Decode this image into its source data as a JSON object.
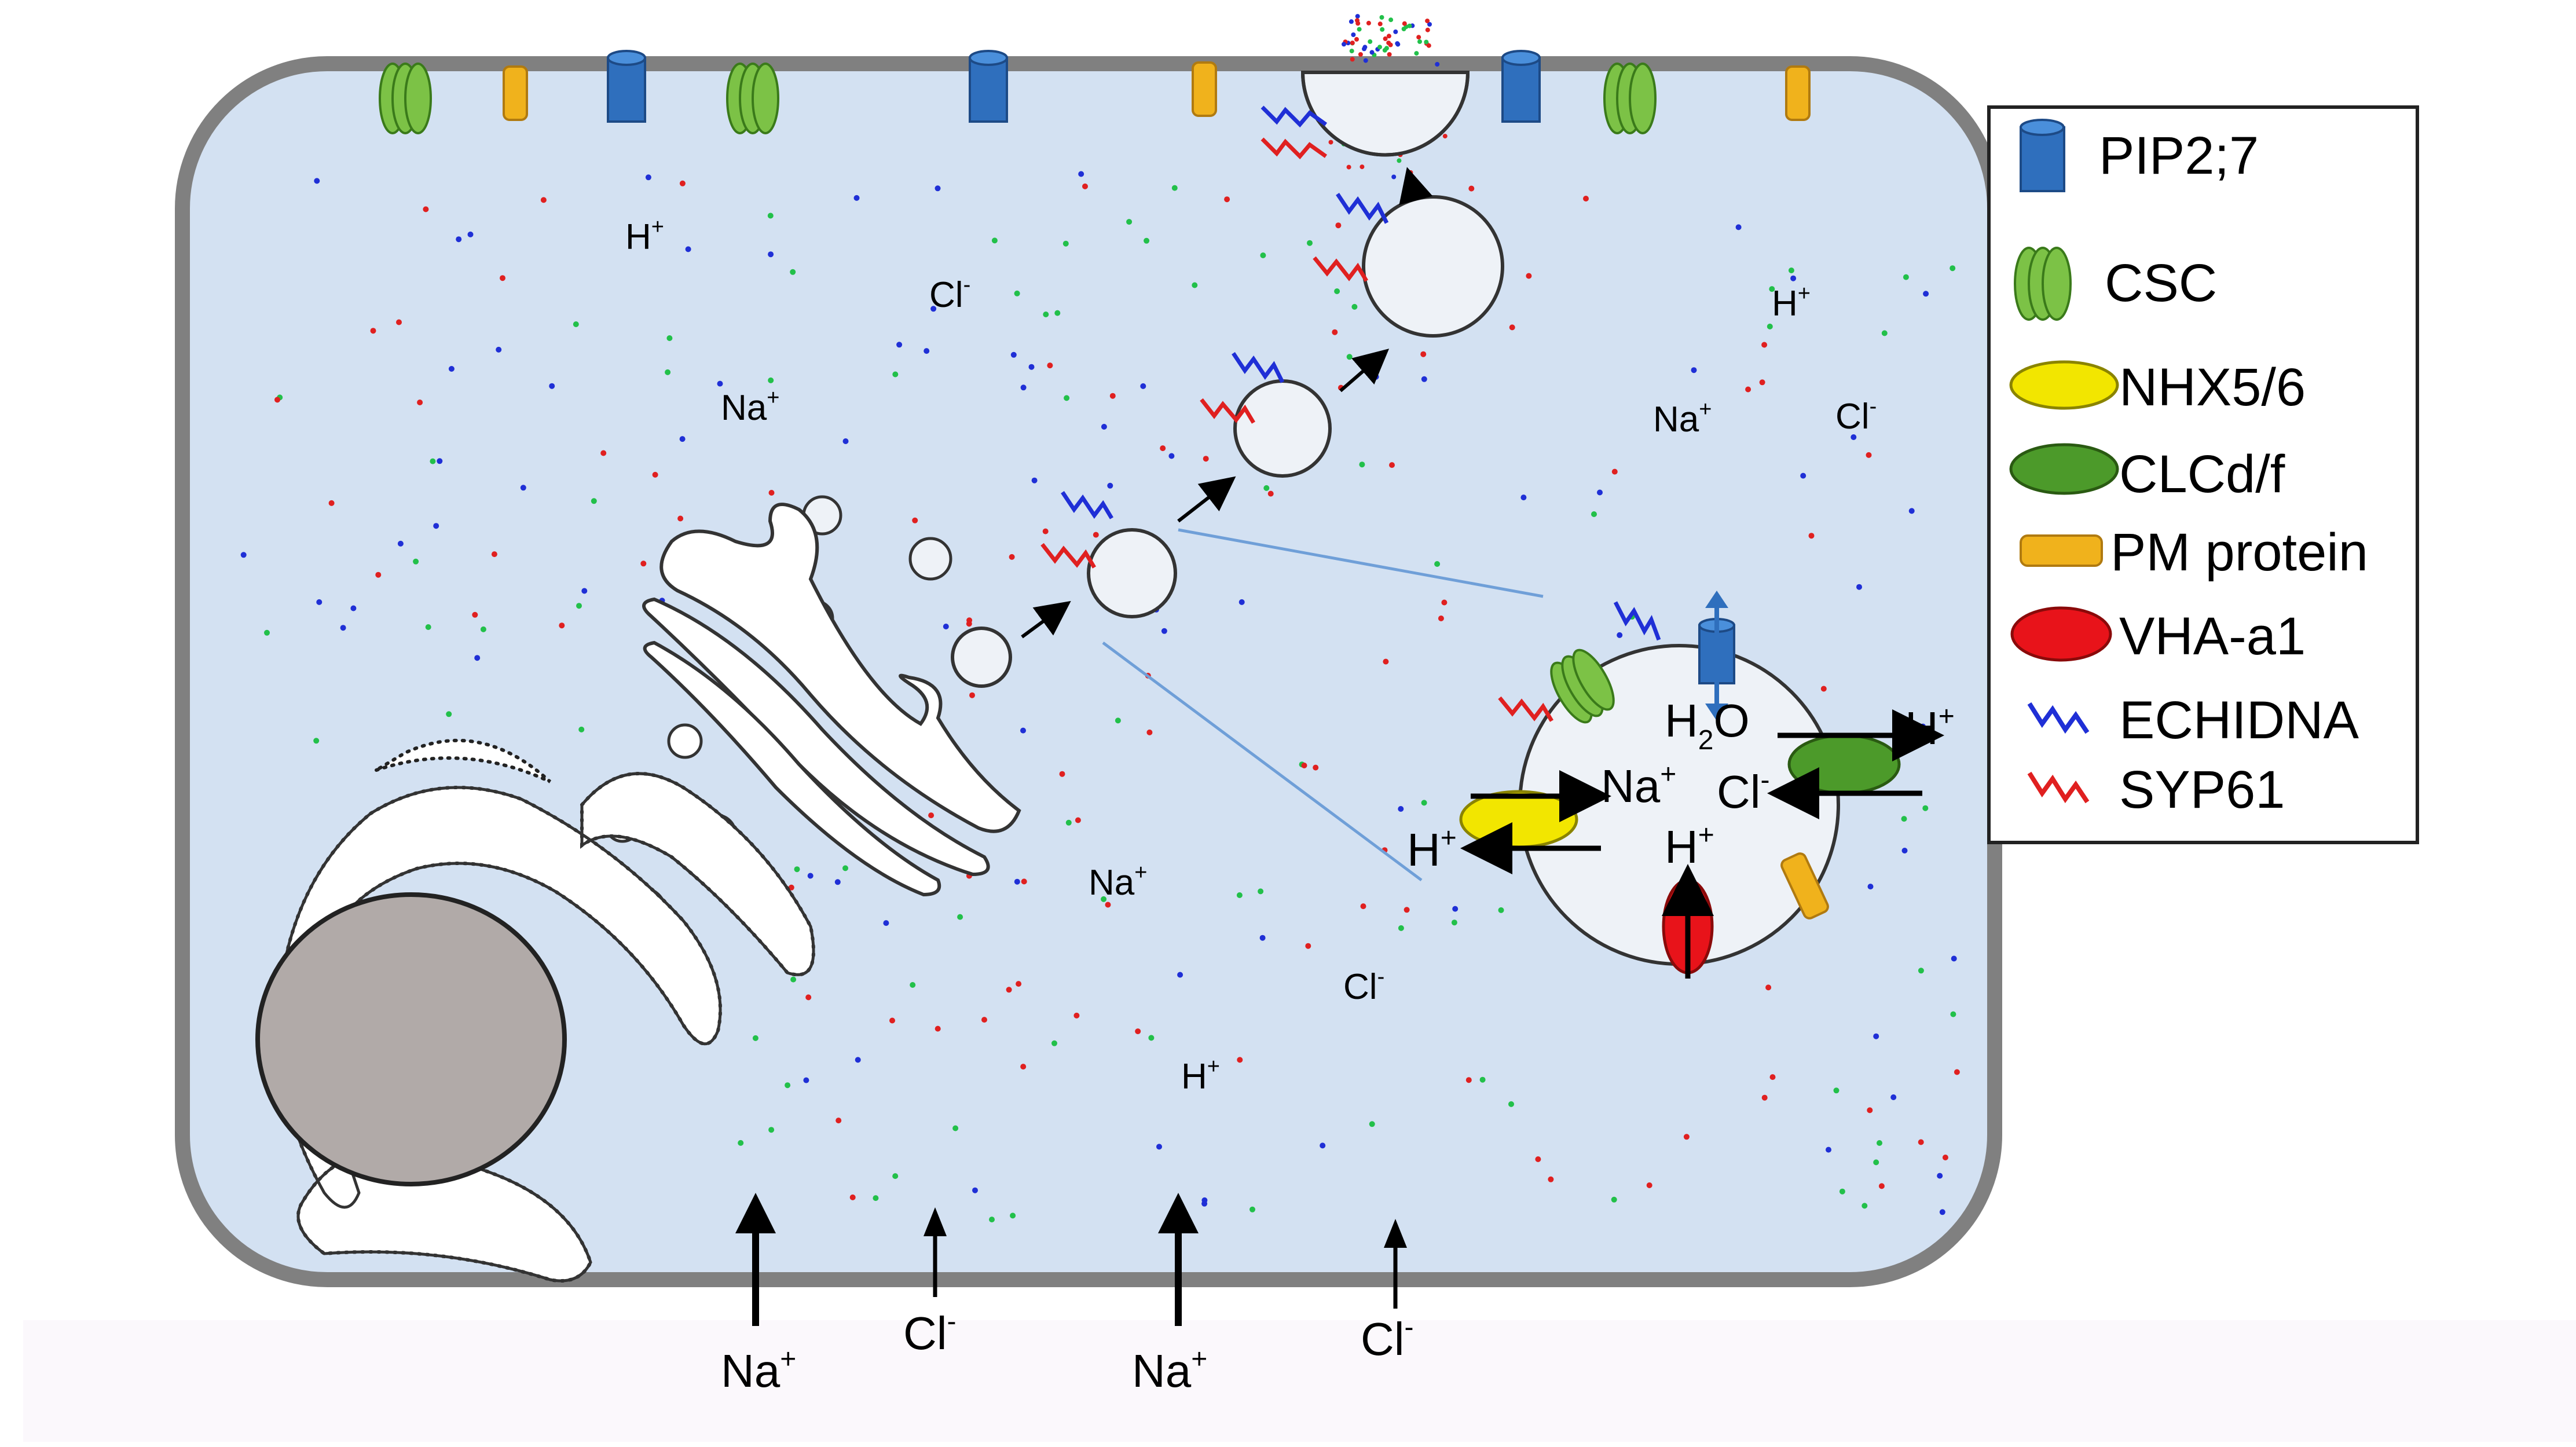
{
  "cell_ions": {
    "top_left_h": "H",
    "top_left_cl": "Cl",
    "top_left_na": "Na",
    "right_h": "H",
    "right_na": "Na",
    "right_cl": "Cl",
    "bottom_na": "Na",
    "bottom_cl": "Cl",
    "bottom_h": "H"
  },
  "inset": {
    "water": "H",
    "water_subscript": "2",
    "water_o": "O",
    "h_right": "H",
    "cl": "Cl",
    "na": "Na",
    "h_left": "H",
    "h_bottom": "H"
  },
  "influx": [
    {
      "ion": "Na",
      "charge": "+"
    },
    {
      "ion": "Cl",
      "charge": "-"
    },
    {
      "ion": "Na",
      "charge": "+"
    },
    {
      "ion": "Cl",
      "charge": "-"
    }
  ],
  "legend": [
    {
      "label": "PIP2;7",
      "icon": "blue-cylinder-icon"
    },
    {
      "label": "CSC",
      "icon": "green-barrel-icon"
    },
    {
      "label": "NHX5/6",
      "icon": "yellow-ellipse-icon"
    },
    {
      "label": "CLCd/f",
      "icon": "green-ellipse-icon"
    },
    {
      "label": "PM protein",
      "icon": "orange-capsule-icon"
    },
    {
      "label": "VHA-a1",
      "icon": "red-ellipse-icon"
    },
    {
      "label": "ECHIDNA",
      "icon": "blue-zigzag-icon"
    },
    {
      "label": "SYP61",
      "icon": "red-zigzag-icon"
    }
  ],
  "colors": {
    "cytoplasm": "#d3e1f2",
    "cell_wall": "#7f7f7f",
    "nucleus": "#b1aaa8",
    "pip_blue": "#2f6fbd",
    "csc_green": "#7cc246",
    "nhx_yellow": "#f2e600",
    "clc_green": "#4c9a2a",
    "pm_orange": "#f0b21c",
    "vha_red": "#e8131a",
    "echidna_blue": "#1f2fd6",
    "syp61_red": "#e02020"
  }
}
